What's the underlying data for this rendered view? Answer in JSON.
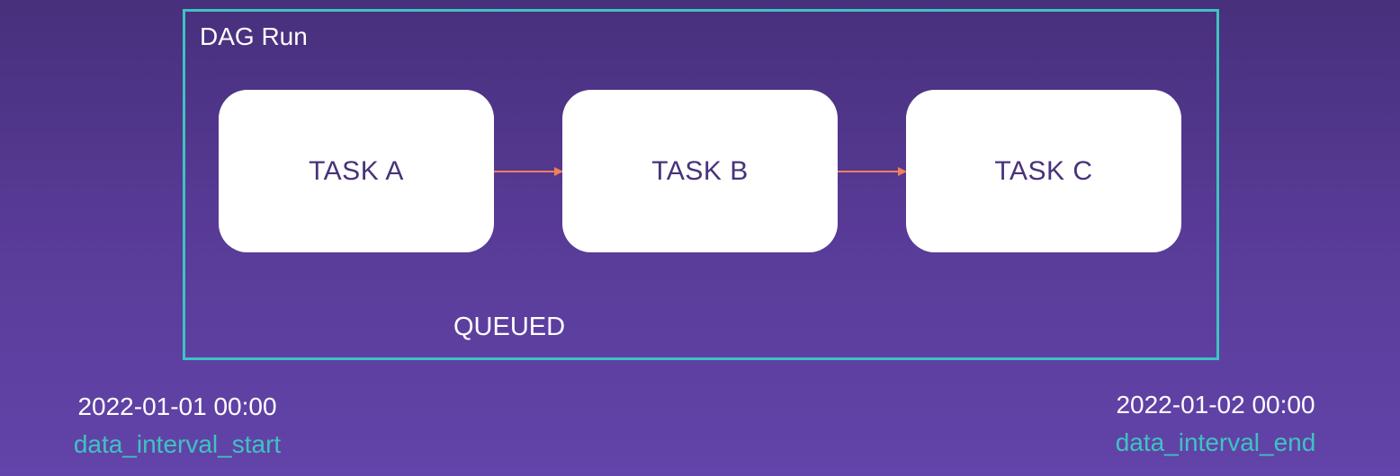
{
  "dag_run": {
    "title": "DAG Run",
    "status": "QUEUED",
    "tasks": [
      {
        "label": "TASK A"
      },
      {
        "label": "TASK B"
      },
      {
        "label": "TASK C"
      }
    ]
  },
  "intervals": {
    "start": {
      "date": "2022-01-01 00:00",
      "name": "data_interval_start"
    },
    "end": {
      "date": "2022-01-02 00:00",
      "name": "data_interval_end"
    }
  },
  "colors": {
    "frame": "#3ec3c0",
    "arrow": "#f07f5a",
    "task_fill": "#ffffff",
    "task_text": "#48327a",
    "background_top": "#47307c",
    "background_bottom": "#6244aa"
  }
}
